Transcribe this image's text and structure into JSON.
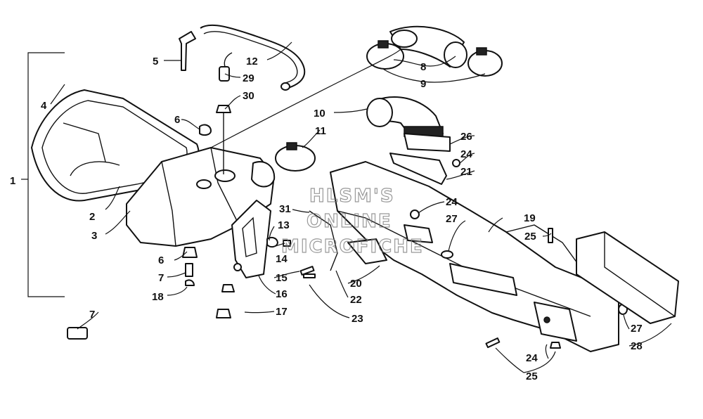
{
  "diagram": {
    "callouts": [
      "1",
      "2",
      "3",
      "4",
      "5",
      "6",
      "6",
      "7",
      "7",
      "8",
      "9",
      "10",
      "11",
      "12",
      "13",
      "14",
      "15",
      "16",
      "17",
      "18",
      "19",
      "20",
      "21",
      "22",
      "23",
      "24",
      "24",
      "24",
      "25",
      "25",
      "26",
      "27",
      "27",
      "28",
      "29",
      "30",
      "31"
    ],
    "watermark": [
      "HLSM'S",
      "ONLINE",
      "MICROFICHE"
    ]
  }
}
